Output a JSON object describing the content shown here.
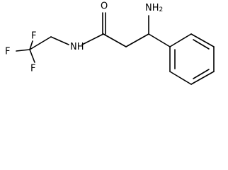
{
  "structure": {
    "atoms": {
      "amine": {
        "element": "N",
        "hydrogens": "2"
      },
      "carbonyl_oxygen": {
        "element": "O"
      },
      "amide_nitrogen": {
        "element": "N",
        "hydrogen": "H"
      },
      "fluorine_top": {
        "element": "F"
      },
      "fluorine_left": {
        "element": "F"
      },
      "fluorine_bottom": {
        "element": "F"
      }
    }
  },
  "colors": {
    "ink": "#000000",
    "background": "#ffffff"
  }
}
